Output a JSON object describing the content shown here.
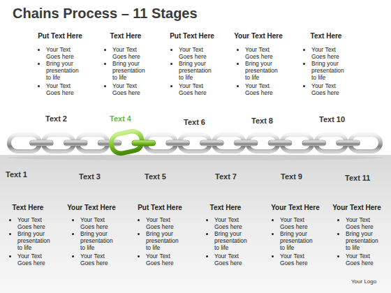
{
  "diagram": {
    "title": "Chains Process – 11 Stages",
    "labels": [
      "Put Text Here",
      "Your Text Goes here",
      "Bring your presentation to life",
      "Your Text Goes here",
      "Text Here",
      "Your Text Goes here",
      "Bring your presentation to life",
      "Your Text Goes here",
      "Put Text Here",
      "Your Text Goes here",
      "Bring your presentation to life",
      "Your Text Goes here",
      "Your Text Here",
      "Your Text Goes here",
      "Bring your presentation to life",
      "Your Text Goes here",
      "Text Here",
      "Your Text Goes here",
      "Bring your presentation to life",
      "Your Text Goes here",
      "Text 1",
      "Text 2",
      "Text 3",
      "Text 4",
      "Text 5",
      "Text 6",
      "Text 7",
      "Text 8",
      "Text 9",
      "Text 10",
      "Text 11",
      "Text Here",
      "Your Text Goes here",
      "Bring your presentation to life",
      "Your Text Goes here",
      "Your Text Here",
      "Your Text Goes here",
      "Bring your presentation to life",
      "Your Text Goes here",
      "Put Text Here",
      "Your Text Goes here",
      "Bring your presentation to life",
      "Your Text Goes here",
      "Text Here",
      "Your Text Goes here",
      "Bring your presentation to life",
      "Your Text Goes here",
      "Your Text Here",
      "Your Text Goes here",
      "Bring your presentation to life",
      "Your Text Goes here",
      "Your Text Here",
      "Your Text Goes here",
      "Bring your presentation to life",
      "Your Text Goes here",
      "Your Logo"
    ]
  }
}
